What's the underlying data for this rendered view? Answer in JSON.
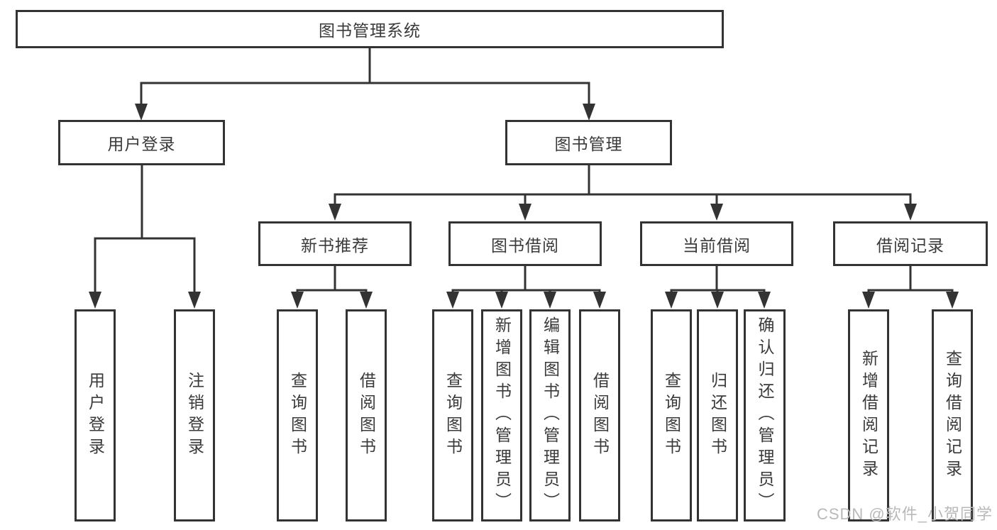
{
  "watermark": {
    "text": "CSDN @软件_小贺同学",
    "color": "#b9b9b9"
  },
  "diagram": {
    "type": "tree-structure-chart",
    "colors": {
      "line": "#333333",
      "text": "#3a3a3a",
      "box_background": "#ffffff"
    },
    "nodes": {
      "root": {
        "label": "图书管理系统"
      },
      "user_login": {
        "label": "用户登录"
      },
      "book_mgmt": {
        "label": "图书管理"
      },
      "new_book_rec": {
        "label": "新书推荐"
      },
      "book_borrow": {
        "label": "图书借阅"
      },
      "current_borrow": {
        "label": "当前借阅"
      },
      "borrow_records": {
        "label": "借阅记录"
      },
      "leaf_user_login": {
        "label": "用户登录"
      },
      "leaf_logout": {
        "label": "注销登录"
      },
      "leaf_rec_query": {
        "label": "查询图书"
      },
      "leaf_rec_borrow": {
        "label": "借阅图书"
      },
      "leaf_bb_query": {
        "label": "查询图书"
      },
      "leaf_bb_add": {
        "label": "新增图书（管理员）"
      },
      "leaf_bb_edit": {
        "label": "编辑图书（管理员）"
      },
      "leaf_bb_borrow": {
        "label": "借阅图书"
      },
      "leaf_cb_query": {
        "label": "查询图书"
      },
      "leaf_cb_return": {
        "label": "归还图书"
      },
      "leaf_cb_confirm": {
        "label": "确认归还（管理员）"
      },
      "leaf_br_add": {
        "label": "新增借阅记录"
      },
      "leaf_br_query": {
        "label": "查询借阅记录"
      }
    },
    "edges": [
      "root->user_login",
      "root->book_mgmt",
      "user_login->leaf_user_login",
      "user_login->leaf_logout",
      "book_mgmt->new_book_rec",
      "book_mgmt->book_borrow",
      "book_mgmt->current_borrow",
      "book_mgmt->borrow_records",
      "new_book_rec->leaf_rec_query",
      "new_book_rec->leaf_rec_borrow",
      "book_borrow->leaf_bb_query",
      "book_borrow->leaf_bb_add",
      "book_borrow->leaf_bb_edit",
      "book_borrow->leaf_bb_borrow",
      "current_borrow->leaf_cb_query",
      "current_borrow->leaf_cb_return",
      "current_borrow->leaf_cb_confirm",
      "borrow_records->leaf_br_add",
      "borrow_records->leaf_br_query"
    ]
  }
}
